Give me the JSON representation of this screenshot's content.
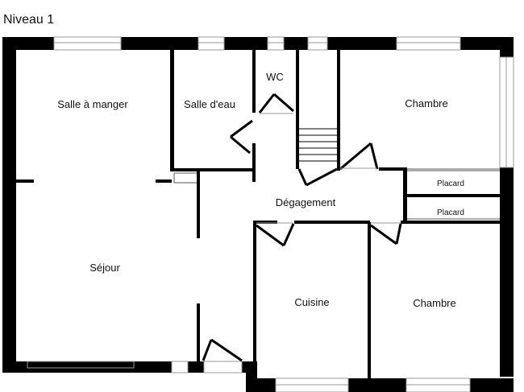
{
  "title": "Niveau 1",
  "rooms": {
    "salle_a_manger": "Salle à manger",
    "salle_d_eau": "Salle d'eau",
    "wc": "WC",
    "chambre_1": "Chambre",
    "placard_1": "Placard",
    "placard_2": "Placard",
    "degagement": "Dégagement",
    "sejour": "Séjour",
    "cuisine": "Cuisine",
    "chambre_2": "Chambre"
  },
  "colors": {
    "wall": "#000000",
    "window": "#9a9a9a",
    "background": "#ffffff"
  }
}
